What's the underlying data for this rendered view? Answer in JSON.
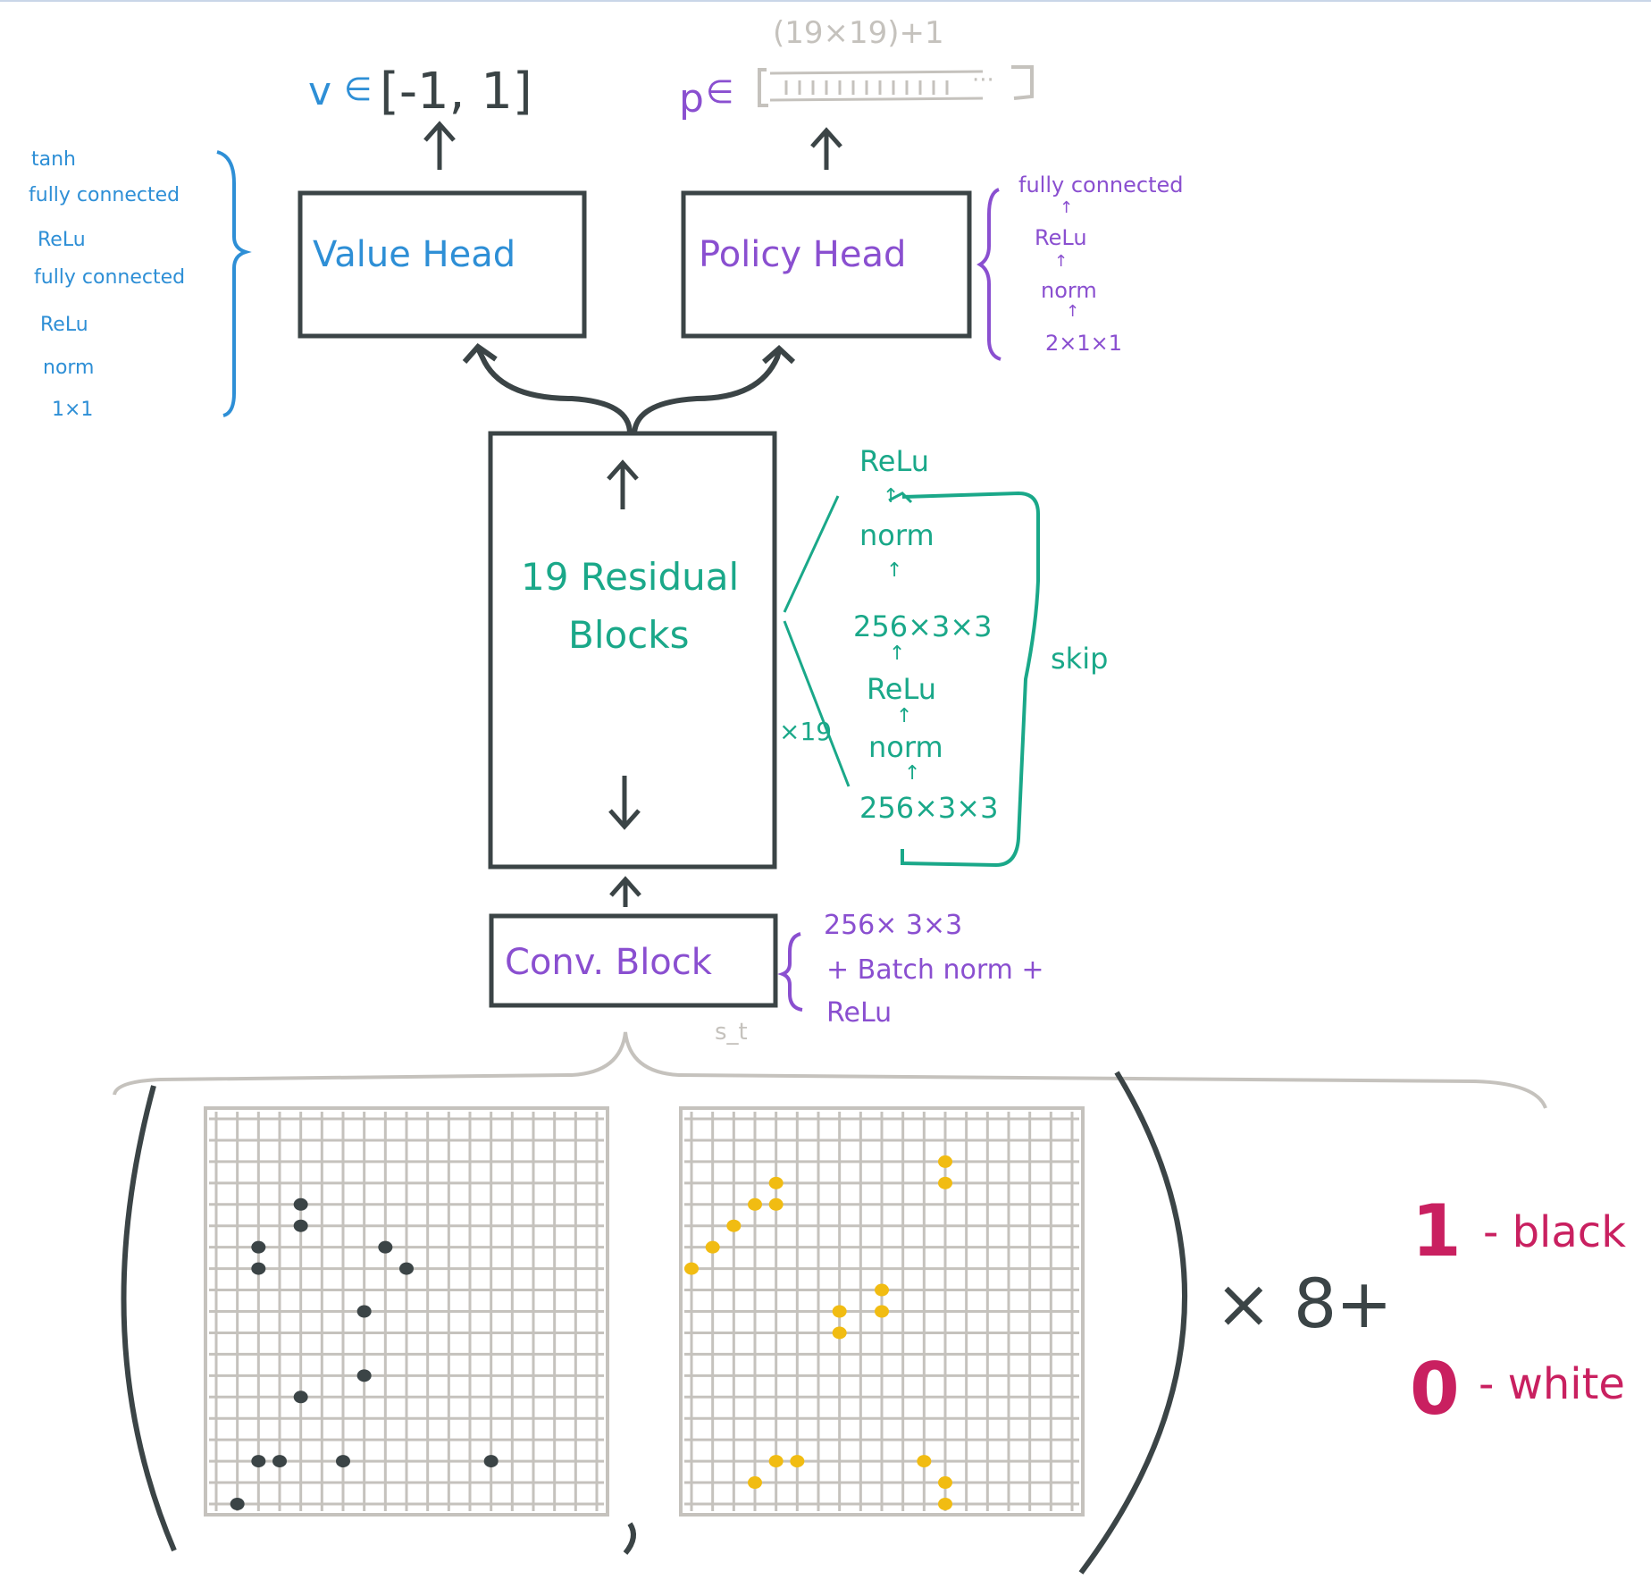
{
  "colors": {
    "ink": "#3b4446",
    "blue": "#2e8fd6",
    "purple": "#8a4fd0",
    "green": "#1aa889",
    "gray": "#c5c2bd",
    "yellow": "#f1bc12",
    "crimson": "#c92060"
  },
  "outputs": {
    "value": {
      "symbol": "v",
      "in": "∈",
      "range": "[-1, 1]"
    },
    "policy": {
      "symbol": "p",
      "in": "∈",
      "size_label": "(19×19)+1",
      "vector_ellipsis": "···"
    }
  },
  "blocks": {
    "value_head": "Value Head",
    "policy_head": "Policy Head",
    "residual_line1": "19 Residual",
    "residual_line2": "Blocks",
    "conv_block": "Conv. Block"
  },
  "value_head_layers": [
    "tanh",
    "fully connected",
    "ReLu",
    "fully connected",
    "ReLu",
    "norm",
    "1×1"
  ],
  "policy_head_layers": [
    "fully connected",
    "ReLu",
    "norm",
    "2×1×1"
  ],
  "residual_detail": {
    "layers": [
      "ReLu",
      "norm",
      "256×3×3",
      "ReLu",
      "norm",
      "256×3×3"
    ],
    "skip_label": "skip",
    "repeat_label": "×19"
  },
  "conv_detail": [
    "256× 3×3",
    "+ Batch norm +",
    "ReLu"
  ],
  "state_label": "s_t",
  "board": {
    "size": 19,
    "black_stones": [
      [
        4,
        4
      ],
      [
        4,
        5
      ],
      [
        2,
        6
      ],
      [
        2,
        7
      ],
      [
        8,
        6
      ],
      [
        7,
        9
      ],
      [
        7,
        12
      ],
      [
        4,
        13
      ],
      [
        2,
        16
      ],
      [
        3,
        16
      ],
      [
        6,
        16
      ],
      [
        1,
        18
      ],
      [
        13,
        16
      ],
      [
        9,
        7
      ]
    ],
    "white_stones": [
      [
        0,
        7
      ],
      [
        1,
        6
      ],
      [
        2,
        5
      ],
      [
        3,
        4
      ],
      [
        4,
        3
      ],
      [
        4,
        4
      ],
      [
        12,
        2
      ],
      [
        12,
        3
      ],
      [
        7,
        9
      ],
      [
        7,
        10
      ],
      [
        9,
        8
      ],
      [
        9,
        9
      ],
      [
        3,
        17
      ],
      [
        4,
        16
      ],
      [
        5,
        16
      ],
      [
        11,
        16
      ],
      [
        12,
        17
      ],
      [
        12,
        18
      ]
    ]
  },
  "multiplier": "× 8",
  "plus": "+",
  "player_plane": [
    {
      "value": "1",
      "label": "- black"
    },
    {
      "value": "0",
      "label": "- white"
    }
  ]
}
